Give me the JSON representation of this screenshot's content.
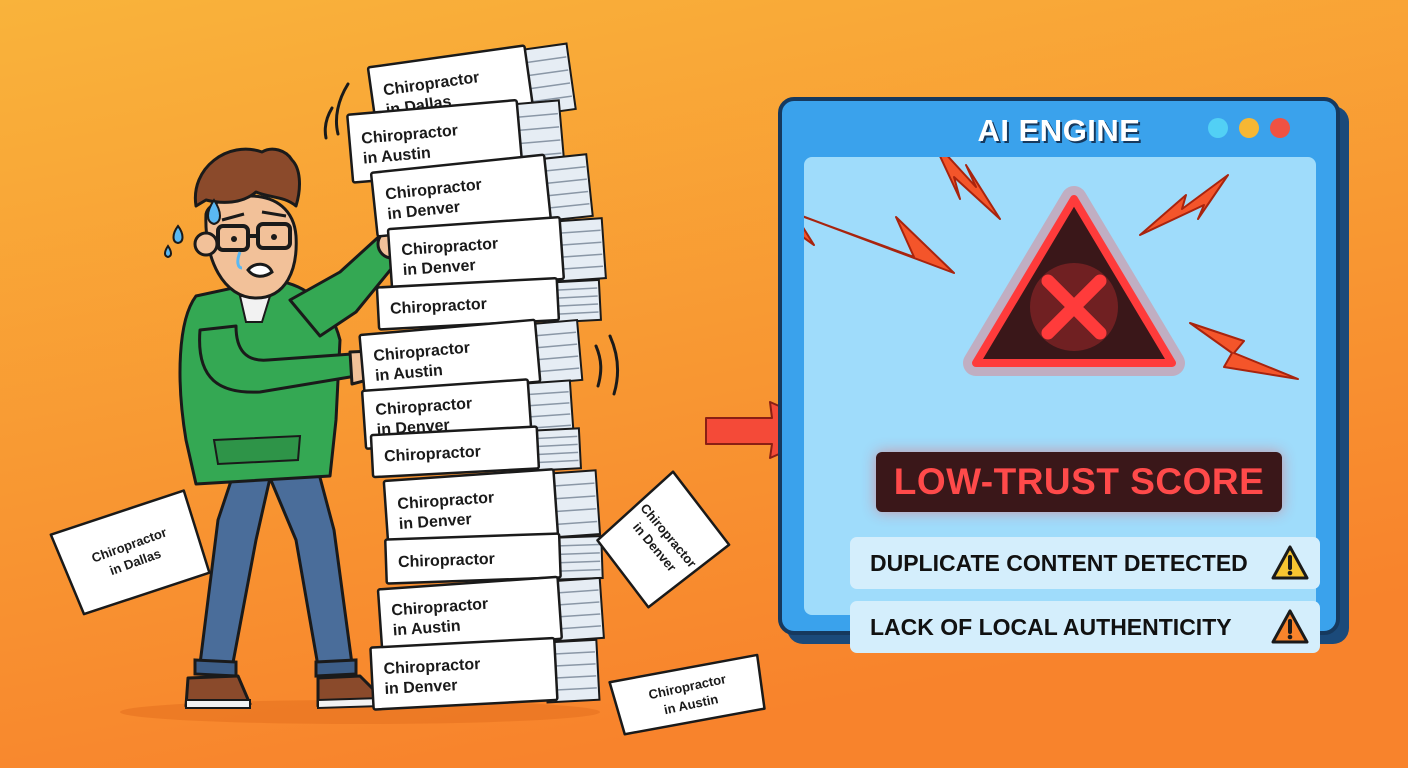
{
  "colors": {
    "background_top": "#f9b33b",
    "background_bottom": "#f9802b",
    "window_blue": "#3aa2ec",
    "panel_blue": "#9fdcfb",
    "alert_red": "#ff3b3b",
    "hoodie_green": "#34a853"
  },
  "stack": {
    "labels": [
      [
        "Chiropractor",
        "in Dallas"
      ],
      [
        "Chiropractor",
        "in Austin"
      ],
      [
        "Chiropractor",
        "in Denver"
      ],
      [
        "Chiropractor",
        "in Denver"
      ],
      [
        "Chiropractor"
      ],
      [
        "Chiropractor",
        "in Austin"
      ],
      [
        "Chiropractor",
        "in Denver"
      ],
      [
        "Chiropractor"
      ],
      [
        "Chiropractor",
        "in Denver"
      ],
      [
        "Chiropractor"
      ],
      [
        "Chiropractor",
        "in Austin"
      ],
      [
        "Chiropractor",
        "in Denver"
      ]
    ]
  },
  "loose_papers": [
    [
      "Chiropractor",
      "in Dallas"
    ],
    [
      "Chiropractor",
      "in Denver"
    ],
    [
      "Chiropractor",
      "in Austin"
    ]
  ],
  "ai_engine": {
    "title": "AI ENGINE",
    "alert_icon": "error-triangle-icon",
    "score_label": "LOW-TRUST SCORE",
    "warnings": [
      {
        "text": "DUPLICATE CONTENT DETECTED",
        "icon": "warning-icon",
        "icon_color": "#f7c531"
      },
      {
        "text": "LACK OF LOCAL AUTHENTICITY",
        "icon": "warning-icon",
        "icon_color": "#f7842b"
      }
    ]
  }
}
